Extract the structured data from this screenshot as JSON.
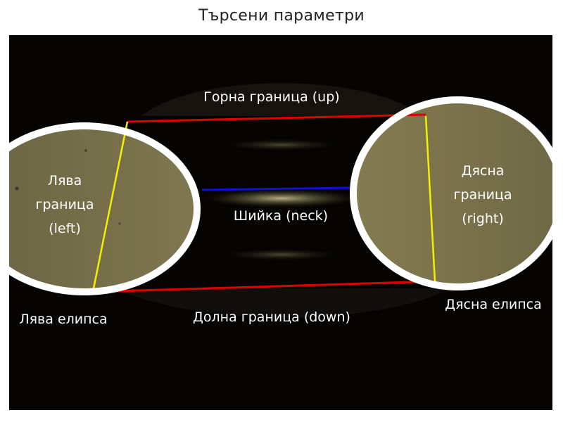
{
  "title": "Търсени параметри",
  "labels": {
    "up": "Горна граница (up)",
    "neck": "Шийка (neck)",
    "down": "Долна граница (down)",
    "left_line1": "Лява",
    "left_line2": "граница",
    "left_line3": "(left)",
    "right_line1": "Дясна",
    "right_line2": "граница",
    "right_line3": "(right)",
    "left_ellipse": "Лява елипса",
    "right_ellipse": "Дясна елипса"
  },
  "colors": {
    "up_down_lines": "#e00000",
    "neck_line": "#1010d8",
    "side_lines": "#f2f000",
    "ellipse_outline": "#ffffff",
    "drop_fill": "#77704a",
    "background": "#050402"
  }
}
